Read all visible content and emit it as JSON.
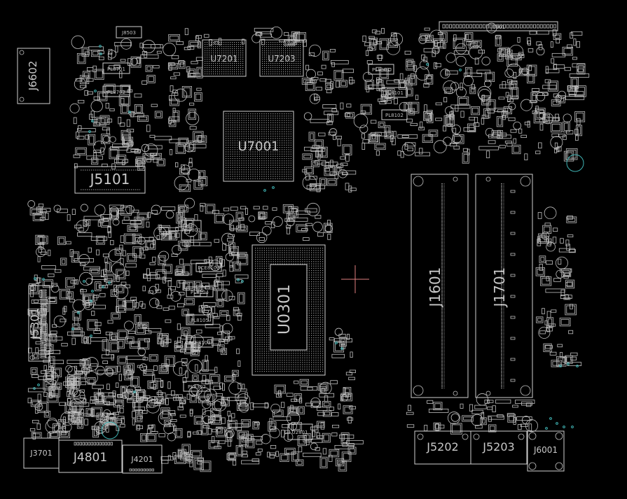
{
  "colors": {
    "background": "#000000",
    "outline": "#cfcfcf",
    "via": "#3fb3b3",
    "cursor": "#e08080"
  },
  "components": {
    "j6602": "J6602",
    "j8503": "J8503",
    "pl8701": "PL8701",
    "pl8702": "PL8702",
    "j5101": "J5101",
    "u7201": "U7201",
    "u7203": "U7203",
    "u7001": "U7001",
    "j6801": "J6801",
    "pl8301": "PL8301",
    "pl8101": "PL8101",
    "pl8102": "PL8102",
    "pu8801": "PU8801",
    "pce8102a": "PCE8102",
    "pl8104": "PL8104",
    "pl8105": "PL8105",
    "pce8103": "PCE8103",
    "pl8302": "PL8302",
    "u0301": "U0301",
    "j1601": "J1601",
    "j1701": "J1701",
    "j5301": "J5301",
    "j3701": "J3701",
    "j4801": "J4801",
    "j4201": "J4201",
    "u2801": "U2801",
    "j5202": "J5202",
    "j5203": "J5203",
    "j6001": "J6001"
  }
}
